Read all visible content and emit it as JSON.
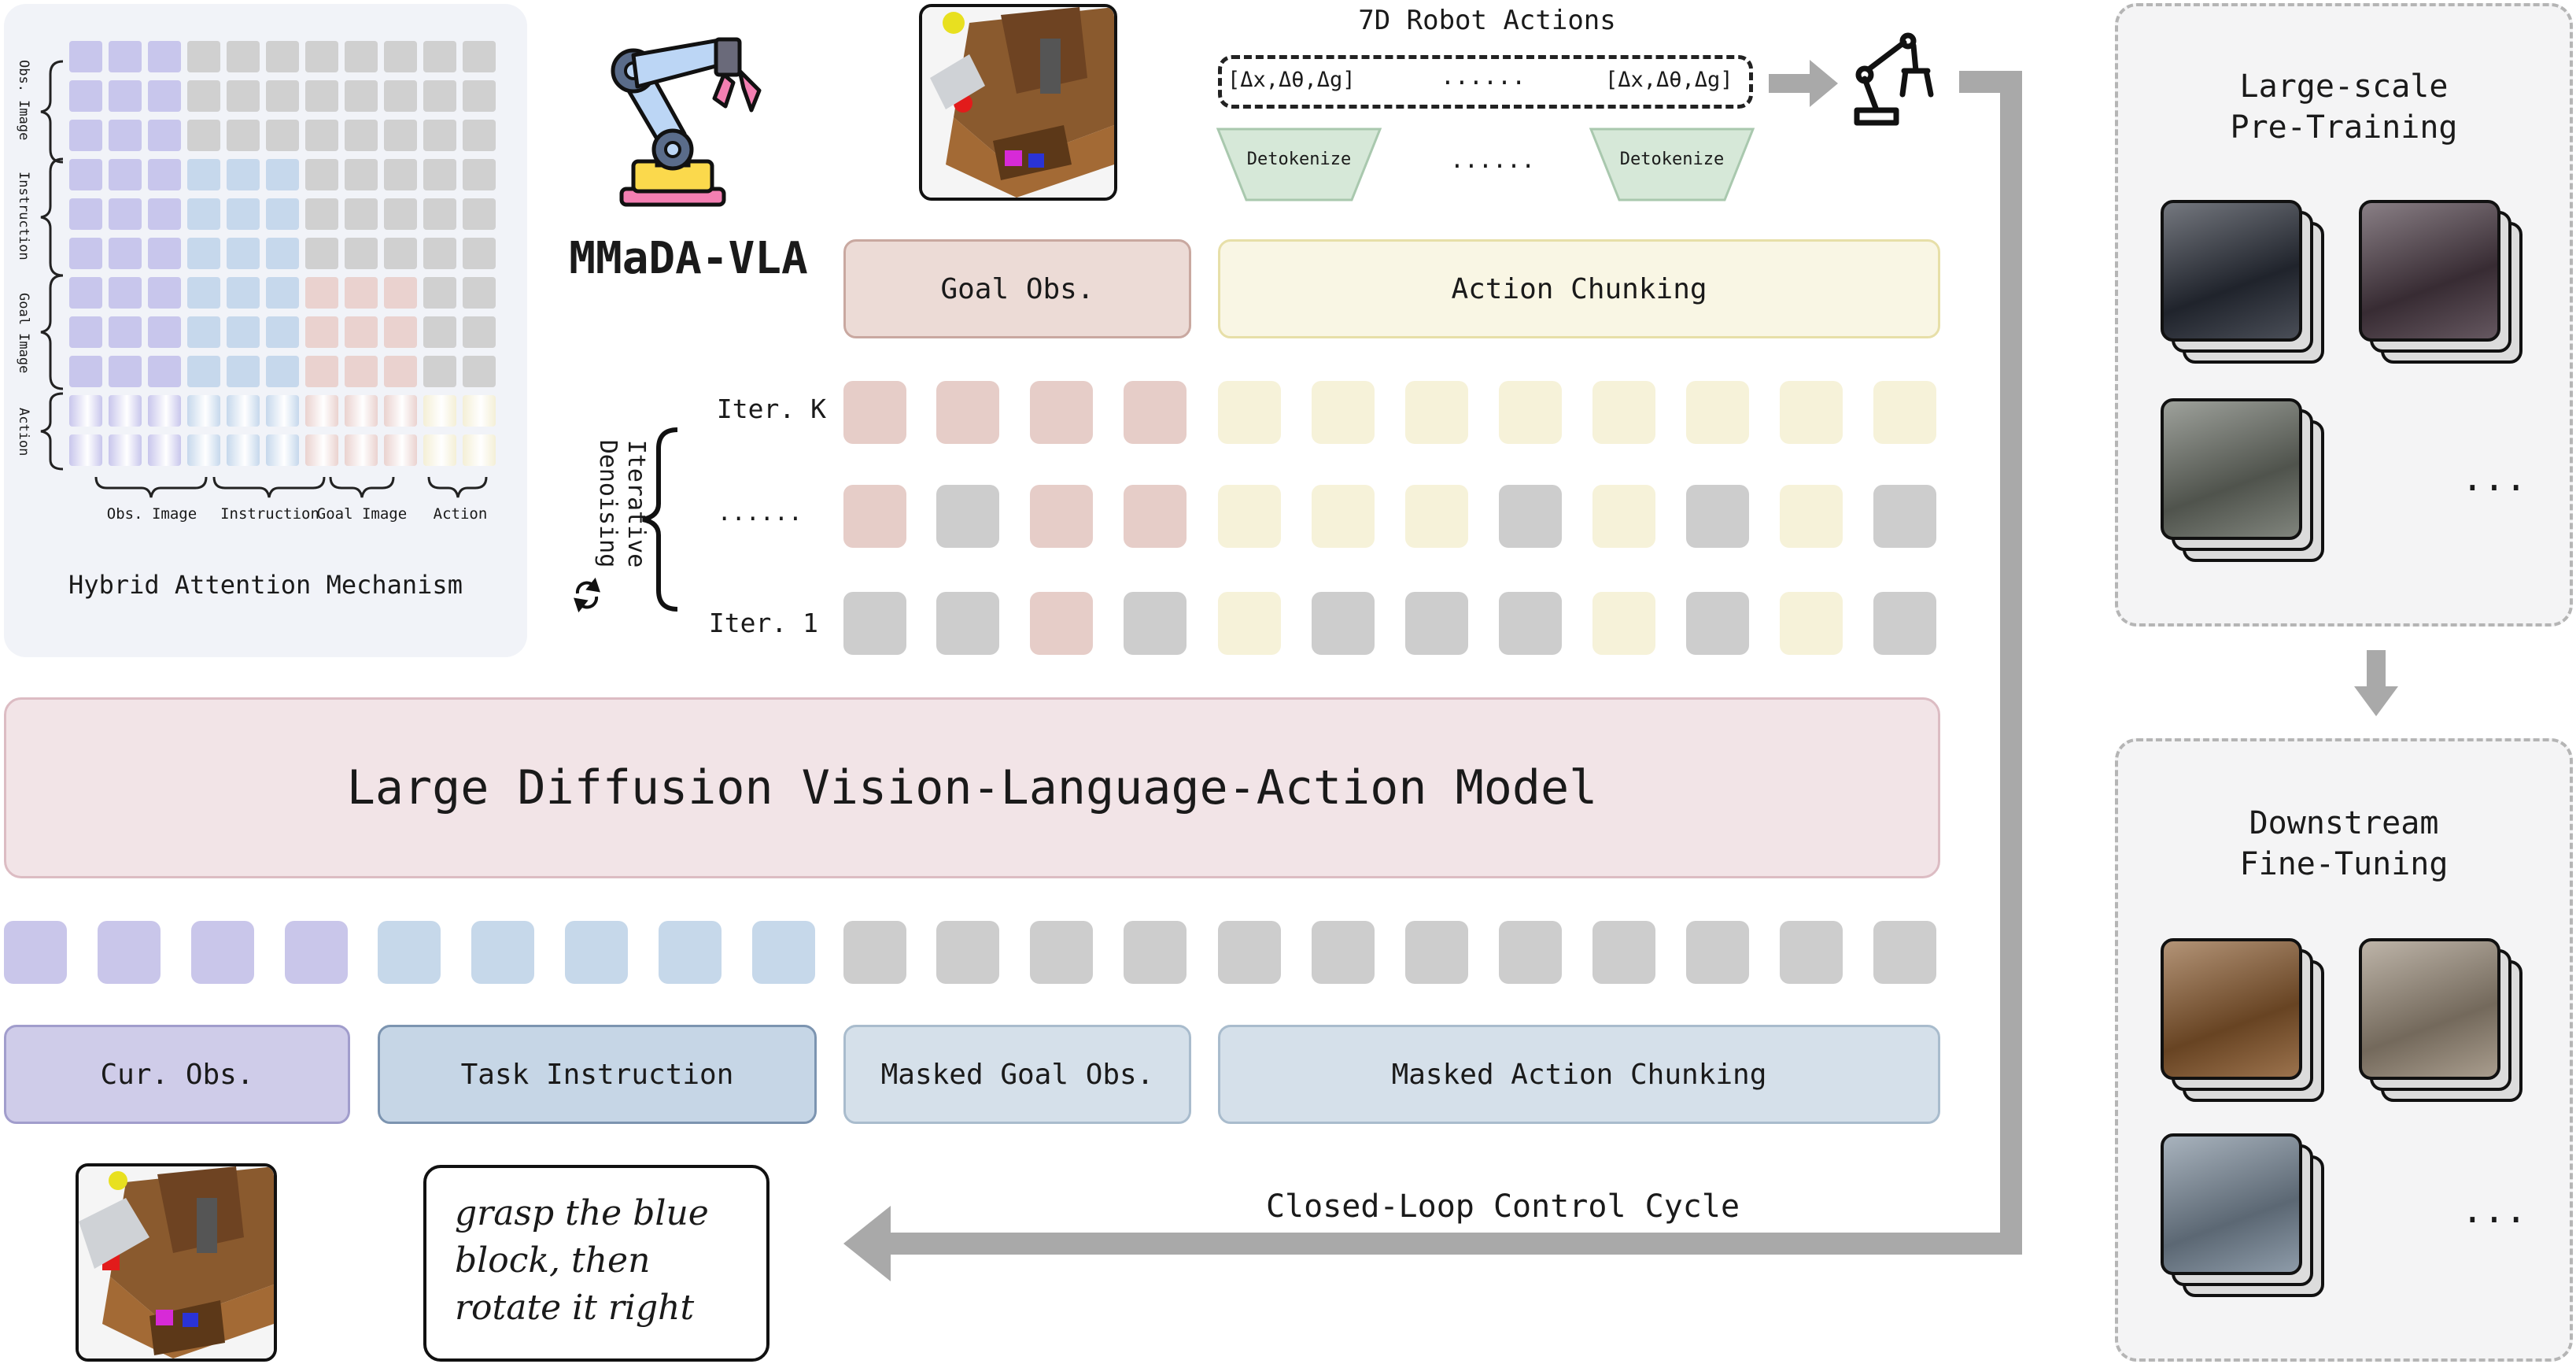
{
  "attention": {
    "title": "Hybrid Attention Mechanism",
    "row_labels": [
      "Obs. Image",
      "Instruction",
      "Goal Image",
      "Action"
    ],
    "col_labels": [
      "Obs. Image",
      "Instruction",
      "Goal Image",
      "Action"
    ]
  },
  "model_name": "MMaDA-VLA",
  "actions": {
    "title": "7D Robot Actions",
    "token_left": "[Δx,Δθ,Δg]",
    "token_right": "[Δx,Δθ,Δg]",
    "ellipsis": "......",
    "detok_left": "Detokenize",
    "detok_right": "Detokenize",
    "detok_ellipsis": "......"
  },
  "output_labels": {
    "goal_obs": "Goal Obs.",
    "action_chunking": "Action Chunking"
  },
  "denoising": {
    "side_label": "Iterative Denoising",
    "iter_k": "Iter. K",
    "iter_mid": "......",
    "iter_1": "Iter. 1",
    "rows": {
      "k": [
        "rose",
        "rose",
        "rose",
        "rose",
        "cream",
        "cream",
        "cream",
        "cream",
        "cream",
        "cream",
        "cream",
        "cream"
      ],
      "mid": [
        "rose",
        "gray",
        "rose",
        "rose",
        "cream",
        "cream",
        "cream",
        "gray",
        "cream",
        "gray",
        "cream",
        "gray"
      ],
      "one": [
        "gray",
        "gray",
        "rose",
        "gray",
        "cream",
        "gray",
        "gray",
        "gray",
        "cream",
        "gray",
        "cream",
        "gray"
      ]
    }
  },
  "main_model": "Large Diffusion Vision-Language-Action Model",
  "input_tokens": [
    "lav",
    "lav",
    "lav",
    "lav",
    "blue",
    "blue",
    "blue",
    "blue",
    "blue",
    "gray",
    "gray",
    "gray",
    "gray",
    "gray",
    "gray",
    "gray",
    "gray",
    "gray",
    "gray",
    "gray",
    "gray"
  ],
  "input_labels": {
    "cur_obs": "Cur. Obs.",
    "task_instruction": "Task Instruction",
    "masked_goal_obs": "Masked Goal Obs.",
    "masked_action_chunking": "Masked Action Chunking"
  },
  "instruction_text": "grasp the blue block, then rotate it right",
  "closed_loop": "Closed-Loop Control Cycle",
  "training": {
    "pretrain_title": "Large-scale Pre-Training",
    "finetune_title": "Downstream Fine-Tuning",
    "ellipsis": "..."
  },
  "colors": {
    "rose": "#e6cdc8",
    "cream": "#f6f2d9",
    "gray": "#cdcdcd",
    "lavender": "#c9c6ea",
    "light_blue": "#c6d8ea",
    "model_pink": "#f2e4e7"
  }
}
